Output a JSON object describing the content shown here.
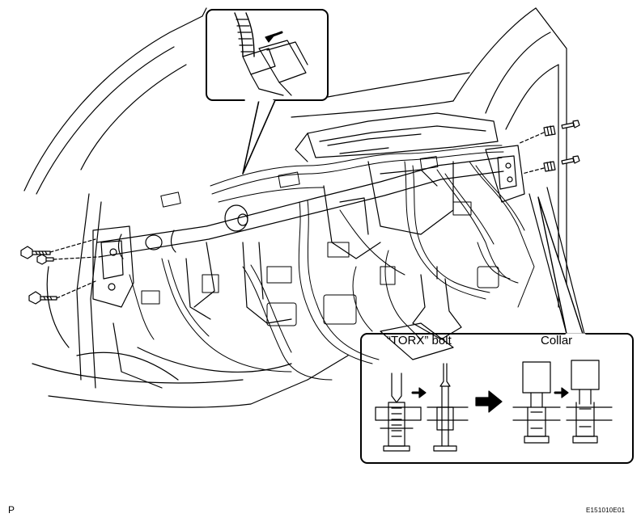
{
  "diagram": {
    "callout_detail": {
      "label_torx": "“TORX” bolt",
      "label_collar": "Collar"
    },
    "footer": {
      "page_mark": "P",
      "figure_code": "E151010E01"
    }
  }
}
